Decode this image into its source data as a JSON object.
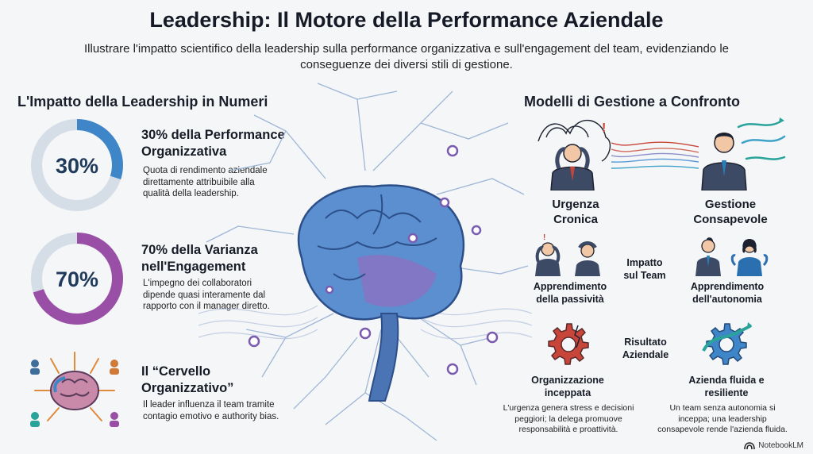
{
  "header": {
    "title": "Leadership: Il Motore della Performance Aziendale",
    "subtitle": "Illustrare l'impatto scientifico della leadership sulla performance organizzativa e sull'engagement del team, evidenziando le conseguenze dei diversi stili di gestione."
  },
  "left": {
    "heading": "L'Impatto della Leadership in Numeri",
    "stats": [
      {
        "value": "30%",
        "fraction": 0.3,
        "color": "#3f86c9",
        "title_line1": "30% della Performance",
        "title_line2": "Organizzativa",
        "desc_line1": "Quota di rendimento aziendale",
        "desc_line2": "direttamente attribuibile alla",
        "desc_line3": "qualità della leadership."
      },
      {
        "value": "70%",
        "fraction": 0.7,
        "color": "#9a4fa6",
        "title_line1": "70% della Varianza",
        "title_line2": "nell'Engagement",
        "desc_line1": "L'impegno dei collaboratori",
        "desc_line2": "dipende quasi interamente dal",
        "desc_line3": "rapporto con il manager diretto."
      }
    ],
    "brain": {
      "title_line1": "Il “Cervello",
      "title_line2": "Organizzativo”",
      "desc_line1": "Il leader influenza il team tramite",
      "desc_line2": "contagio emotivo e authority bias."
    }
  },
  "right": {
    "heading": "Modelli di Gestione a Confronto",
    "urgenza_line1": "Urgenza",
    "urgenza_line2": "Cronica",
    "gestione_line1": "Gestione",
    "gestione_line2": "Consapevole",
    "impatto_line1": "Impatto",
    "impatto_line2": "sul Team",
    "passivita_line1": "Apprendimento",
    "passivita_line2": "della passività",
    "autonomia_line1": "Apprendimento",
    "autonomia_line2": "dell'autonomia",
    "risultato_line1": "Risultato",
    "risultato_line2": "Aziendale",
    "inceppata_line1": "Organizzazione",
    "inceppata_line2": "inceppata",
    "fluida_line1": "Azienda fluida e",
    "fluida_line2": "resiliente",
    "note_left_line1": "L'urgenza genera stress e decisioni",
    "note_left_line2": "peggiori; la delega promuove",
    "note_left_line3": "responsabilità e proattività.",
    "note_right_line1": "Un team senza autonomia si",
    "note_right_line2": "inceppa; una leadership",
    "note_right_line3": "consapevole rende l'azienda fluida."
  },
  "footer": {
    "brand": "NotebookLM"
  },
  "colors": {
    "blue": "#3f86c9",
    "purple": "#9a4fa6",
    "ring_track": "#d5dee6",
    "red": "#c8453a",
    "teal": "#2aa39a"
  }
}
